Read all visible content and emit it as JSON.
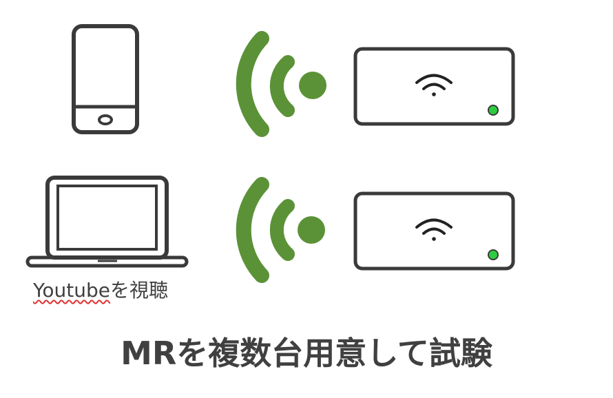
{
  "caption": {
    "app_word": "Youtube",
    "suffix": "を視聴"
  },
  "title": "MRを複数台用意して試験",
  "colors": {
    "signal_green": "#5b9237",
    "outline": "#3a3a3a",
    "led_green": "#2ecc40",
    "text": "#404040",
    "spellcheck_underline": "#e03030"
  },
  "icons": {
    "top_device": "smartphone-icon",
    "bottom_device": "laptop-icon",
    "signal": "signal-waves-icon",
    "router": "wifi-router-icon"
  }
}
